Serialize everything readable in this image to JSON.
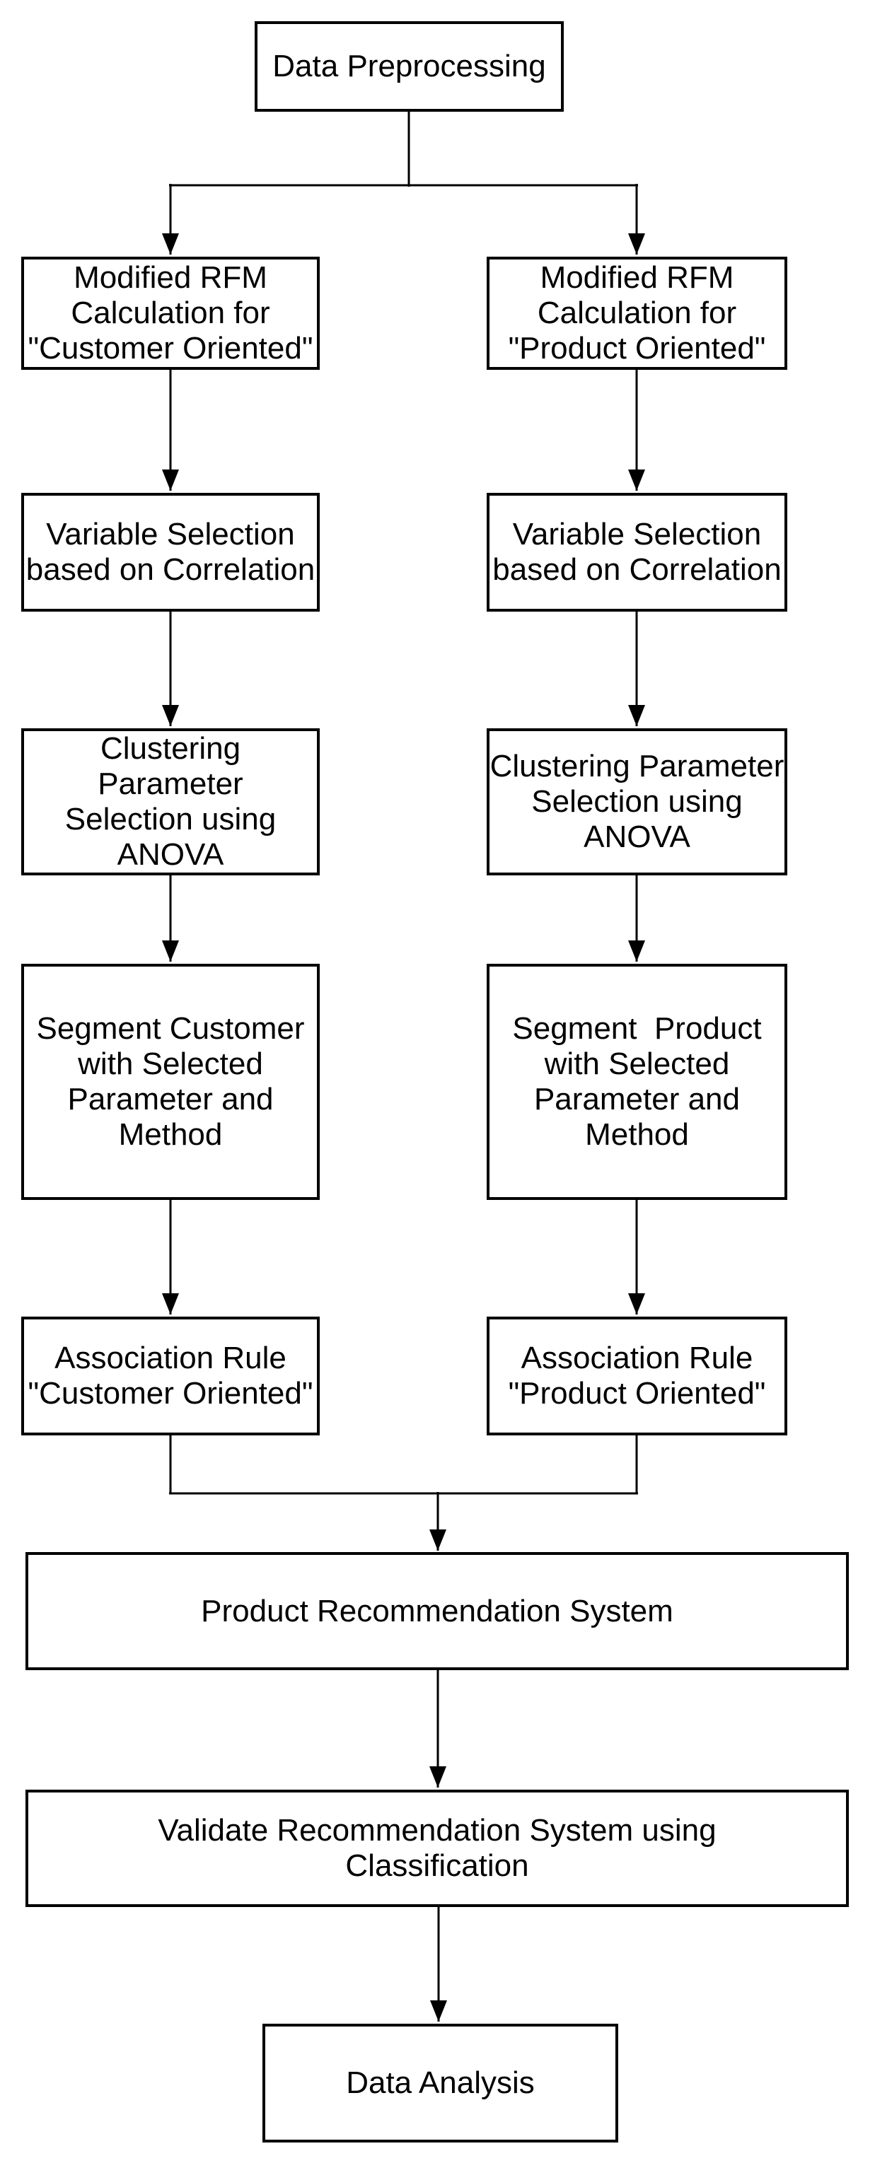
{
  "diagram": {
    "type": "flowchart",
    "background_color": "#ffffff",
    "stroke_color": "#000000",
    "text_color": "#000000",
    "nodes": {
      "data_preprocessing": {
        "label": "Data Preprocessing"
      },
      "rfm_customer": {
        "label": "Modified RFM\nCalculation for\n\"Customer Oriented\""
      },
      "rfm_product": {
        "label": "Modified RFM\nCalculation for\n\"Product Oriented\""
      },
      "variable_customer": {
        "label": "Variable Selection\nbased on Correlation"
      },
      "variable_product": {
        "label": "Variable Selection\nbased on Correlation"
      },
      "clustering_customer": {
        "label": "Clustering Parameter\nSelection using\nANOVA"
      },
      "clustering_product": {
        "label": "Clustering Parameter\nSelection using\nANOVA"
      },
      "segment_customer": {
        "label": "Segment Customer\nwith Selected\nParameter and\nMethod"
      },
      "segment_product": {
        "label": "Segment  Product\nwith Selected\nParameter and\nMethod"
      },
      "association_customer": {
        "label": "Association Rule\n\"Customer Oriented\""
      },
      "association_product": {
        "label": "Association Rule\n\"Product Oriented\""
      },
      "product_recommendation": {
        "label": "Product Recommendation System"
      },
      "validate_recommendation": {
        "label": "Validate Recommendation System using\nClassification"
      },
      "data_analysis": {
        "label": "Data Analysis"
      }
    },
    "edges": [
      {
        "from": "data_preprocessing",
        "to": "rfm_customer"
      },
      {
        "from": "data_preprocessing",
        "to": "rfm_product"
      },
      {
        "from": "rfm_customer",
        "to": "variable_customer"
      },
      {
        "from": "rfm_product",
        "to": "variable_product"
      },
      {
        "from": "variable_customer",
        "to": "clustering_customer"
      },
      {
        "from": "variable_product",
        "to": "clustering_product"
      },
      {
        "from": "clustering_customer",
        "to": "segment_customer"
      },
      {
        "from": "clustering_product",
        "to": "segment_product"
      },
      {
        "from": "segment_customer",
        "to": "association_customer"
      },
      {
        "from": "segment_product",
        "to": "association_product"
      },
      {
        "from": "association_customer",
        "to": "product_recommendation"
      },
      {
        "from": "association_product",
        "to": "product_recommendation"
      },
      {
        "from": "product_recommendation",
        "to": "validate_recommendation"
      },
      {
        "from": "validate_recommendation",
        "to": "data_analysis"
      }
    ]
  }
}
